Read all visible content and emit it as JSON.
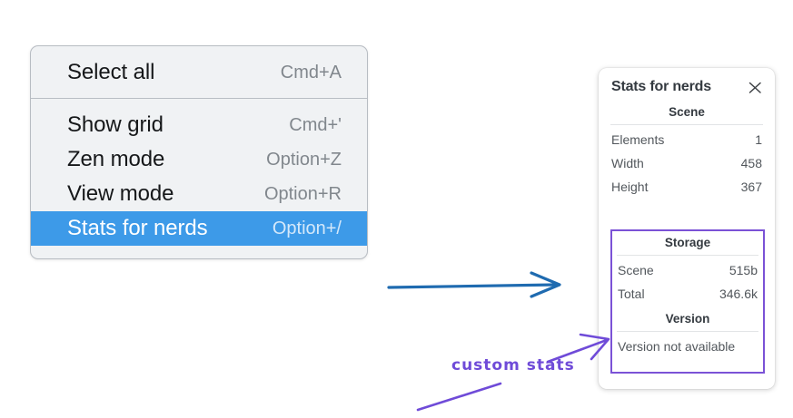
{
  "context_menu": {
    "groups": [
      {
        "name": "group-select",
        "items": [
          {
            "label": "Select all",
            "shortcut": "Cmd+A",
            "selected": false
          }
        ]
      },
      {
        "name": "group-view",
        "items": [
          {
            "label": "Show grid",
            "shortcut": "Cmd+'",
            "selected": false
          },
          {
            "label": "Zen mode",
            "shortcut": "Option+Z",
            "selected": false
          },
          {
            "label": "View mode",
            "shortcut": "Option+R",
            "selected": false
          },
          {
            "label": "Stats for nerds",
            "shortcut": "Option+/",
            "selected": true
          }
        ]
      }
    ],
    "highlight_color": "#3d9ae8"
  },
  "stats_panel": {
    "title": "Stats for nerds",
    "close_icon": "close-icon",
    "sections": [
      {
        "header": "Scene",
        "rows": [
          {
            "label": "Elements",
            "value": "1"
          },
          {
            "label": "Width",
            "value": "458"
          },
          {
            "label": "Height",
            "value": "367"
          }
        ]
      },
      {
        "header": "Storage",
        "rows": [
          {
            "label": "Scene",
            "value": "515b"
          },
          {
            "label": "Total",
            "value": "346.6k"
          }
        ]
      },
      {
        "header": "Version",
        "single_line": "Version not available"
      }
    ],
    "highlight_border_color": "#7b52d6"
  },
  "annotations": {
    "handwritten_label": "custom stats",
    "arrow_color_blue": "#1f6bb0",
    "arrow_color_purple": "#6f4bd8"
  }
}
